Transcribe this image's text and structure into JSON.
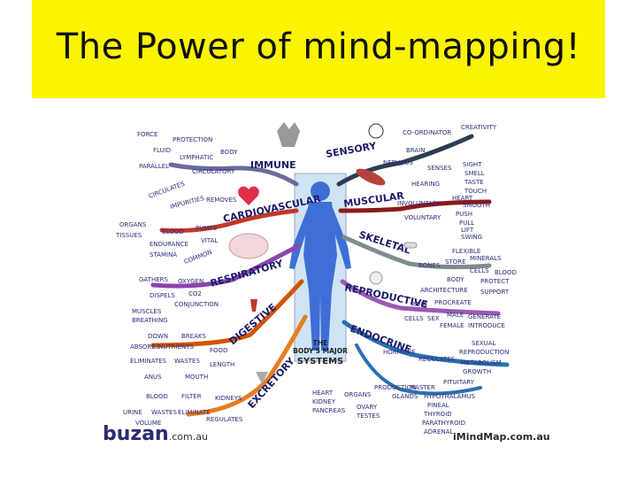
{
  "slide": {
    "title": "The Power of mind-mapping!"
  },
  "mindmap": {
    "center_caption": [
      "THE",
      "BODY'S MAJOR",
      "SYSTEMS"
    ],
    "branches": {
      "immune": {
        "label": "IMMUNE",
        "words": [
          "FORCE",
          "PROTECTION",
          "FLUID",
          "LYMPHATIC",
          "BODY",
          "PARALLEL",
          "CIRCULATORY"
        ]
      },
      "cardio": {
        "label": "CARDIOVASCULAR",
        "words": [
          "CIRCULATES",
          "IMPURITIES",
          "REMOVES",
          "ORGANS",
          "TISSUES",
          "BLOOD",
          "PUMPS",
          "ENDURANCE",
          "VITAL",
          "STAMINA",
          "COMMON"
        ]
      },
      "respiratory": {
        "label": "RESPIRATORY",
        "words": [
          "GATHERS",
          "OXYGEN",
          "DISPELS",
          "CO2",
          "CONJUNCTION",
          "MUSCLES",
          "BREATHING"
        ]
      },
      "digestive": {
        "label": "DIGESTIVE",
        "words": [
          "DOWN",
          "BREAKS",
          "ABSORBS",
          "NUTRIENTS",
          "FOOD",
          "ELIMINATES",
          "WASTES",
          "LENGTH",
          "ANUS",
          "MOUTH"
        ]
      },
      "excretory": {
        "label": "EXCRETORY",
        "words": [
          "BLOOD",
          "FILTER",
          "KIDNEYS",
          "URINE",
          "WASTES",
          "ELIMINATE",
          "VOLUME",
          "REGULATES"
        ]
      },
      "sensory": {
        "label": "SENSORY",
        "words": [
          "CO-ORDINATOR",
          "CREATIVITY",
          "BRAIN",
          "NERVOUS",
          "SENSES",
          "SIGHT",
          "SMELL",
          "TASTE",
          "TOUCH",
          "HEARING"
        ]
      },
      "muscular": {
        "label": "MUSCULAR",
        "words": [
          "INVOLUNTARY",
          "HEART",
          "SMOOTH",
          "VOLUNTARY",
          "PUSH",
          "PULL",
          "LIFT",
          "SWING"
        ]
      },
      "skeletal": {
        "label": "SKELETAL",
        "words": [
          "BONES",
          "FLEXIBLE",
          "STORE",
          "MINERALS",
          "CELLS",
          "BLOOD",
          "BODY",
          "PROTECT",
          "ARCHITECTURE",
          "SUPPORT"
        ]
      },
      "reproductive": {
        "label": "REPRODUCTIVE",
        "words": [
          "ROLE",
          "PROCREATE",
          "CELLS",
          "SEX",
          "MALE",
          "FEMALE",
          "GENERATE",
          "INTRODUCE"
        ]
      },
      "endocrine": {
        "label": "ENDOCRINE",
        "words": [
          "HORMONE",
          "REGULATES",
          "SEXUAL",
          "REPRODUCTION",
          "METABOLISM",
          "GROWTH",
          "ORGANS",
          "PRODUCTION",
          "GLANDS",
          "MASTER",
          "PITUITARY",
          "HYPOTHALAMUS",
          "PINEAL",
          "THYROID",
          "PARATHYROID",
          "ADRENAL",
          "HEART",
          "KIDNEY",
          "PANCREAS",
          "OVARY",
          "TESTES"
        ]
      }
    }
  },
  "footer": {
    "left_brand": "buzan",
    "left_suffix": ".com.au",
    "right_brand": "iMindMap.com.au"
  },
  "colors": {
    "banner": "#fbf400",
    "immune": "#6b6b9a",
    "cardio": "#c0392b",
    "respiratory": "#8e44ad",
    "digestive": "#d35400",
    "excretory": "#e67e22",
    "sensory": "#2c3e50",
    "muscular": "#8b1a1a",
    "skeletal": "#7f8c8d",
    "reproductive": "#9b59b6",
    "endocrine": "#2a6fb0",
    "figure": "#3f6fd6"
  }
}
